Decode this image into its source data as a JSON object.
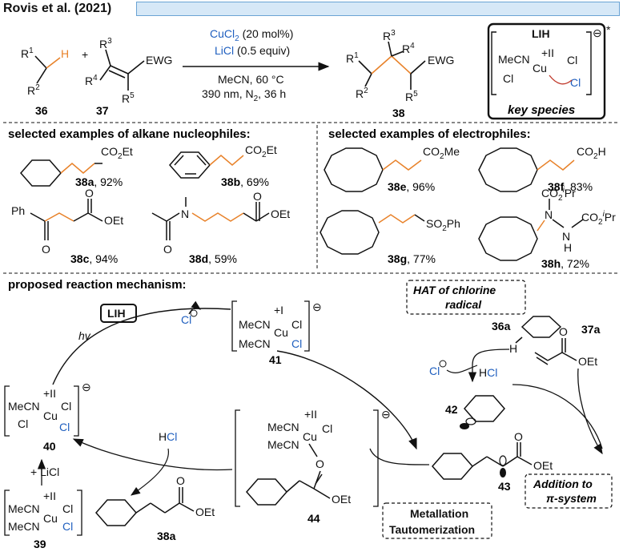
{
  "header": {
    "title": "Rovis et al. (2021)"
  },
  "reaction": {
    "cmpd36": "36",
    "cmpd37": "37",
    "cmpd38": "38",
    "r1": "R",
    "r1_sup": "1",
    "r2": "R",
    "r2_sup": "2",
    "h": "H",
    "r3": "R",
    "r3_sup": "3",
    "r4": "R",
    "r4_sup": "4",
    "r5": "R",
    "r5_sup": "5",
    "ewg": "EWG",
    "plus": "+",
    "cond1": "CuCl",
    "cond1_sub": "2",
    "cond1_rest": " (20 mol%)",
    "cond2": "LiCl",
    "cond2_rest": " (0.5 equiv)",
    "cond3": "MeCN, 60 °C",
    "cond4": "390 nm, N",
    "cond4_sub": "2",
    "cond4_rest": ", 36 h"
  },
  "key_box": {
    "title": "LIH",
    "mecn": "MeCN",
    "cu": "Cu",
    "ox": "+II",
    "cl1": "Cl",
    "cl2": "Cl",
    "cl3": "Cl",
    "charge": "⊖",
    "star": "*",
    "caption": "key species"
  },
  "nucleophiles": {
    "heading": "selected examples of alkane nucleophiles:",
    "items": [
      {
        "id": "38a",
        "yield": ", 92%",
        "group": "CO2Et"
      },
      {
        "id": "38b",
        "yield": ", 69%",
        "group": "CO2Et"
      },
      {
        "id": "38c",
        "yield": ", 94%",
        "group": "OEt",
        "extra": "Ph"
      },
      {
        "id": "38d",
        "yield": ", 59%",
        "group": "OEt"
      }
    ]
  },
  "electrophiles": {
    "heading": "selected examples of electrophiles:",
    "items": [
      {
        "id": "38e",
        "yield": ", 96%",
        "group": "CO2Me"
      },
      {
        "id": "38f",
        "yield": ", 83%",
        "group": "CO2H"
      },
      {
        "id": "38g",
        "yield": ", 77%",
        "group": "SO2Ph"
      },
      {
        "id": "38h",
        "yield": ", 72%",
        "group": "CO2iPr"
      }
    ]
  },
  "mechanism": {
    "heading": "proposed reaction mechanism:",
    "lih": "LIH",
    "hv": "hv",
    "hat_line1": "HAT of chlorine",
    "hat_line2": "radical",
    "addition_line1": "Addition to",
    "addition_line2": "π-system",
    "metallation_line1": "Metallation",
    "metallation_line2": "Tautomerization",
    "hcl": "HCl",
    "plus_licl": "+ LiCl",
    "c36a": "36a",
    "c37a": "37a",
    "c39": "39",
    "c40": "40",
    "c41": "41",
    "c42": "42",
    "c43": "43",
    "c44": "44",
    "c38a": "38a",
    "oet": "OEt",
    "mecn": "MeCN",
    "cu": "Cu",
    "cl": "Cl",
    "ox1": "+I",
    "ox2": "+II",
    "o": "O",
    "h": "H"
  }
}
